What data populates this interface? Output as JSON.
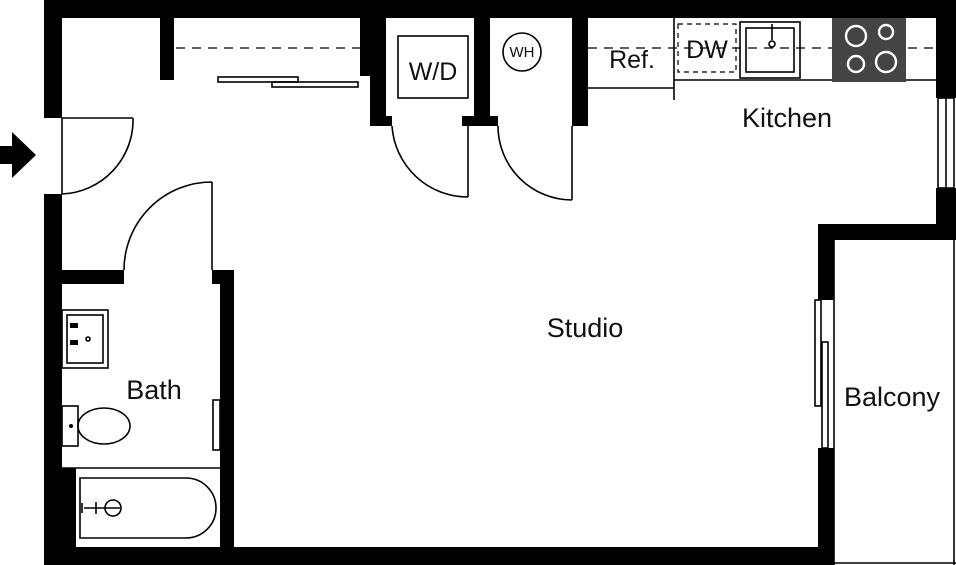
{
  "rooms": {
    "kitchen": "Kitchen",
    "studio": "Studio",
    "bath": "Bath",
    "balcony": "Balcony"
  },
  "fixtures": {
    "washer_dryer": "W/D",
    "water_heater": "WH",
    "refrigerator": "Ref.",
    "dishwasher": "DW"
  },
  "icons": {
    "entry": "arrow-right-icon"
  }
}
